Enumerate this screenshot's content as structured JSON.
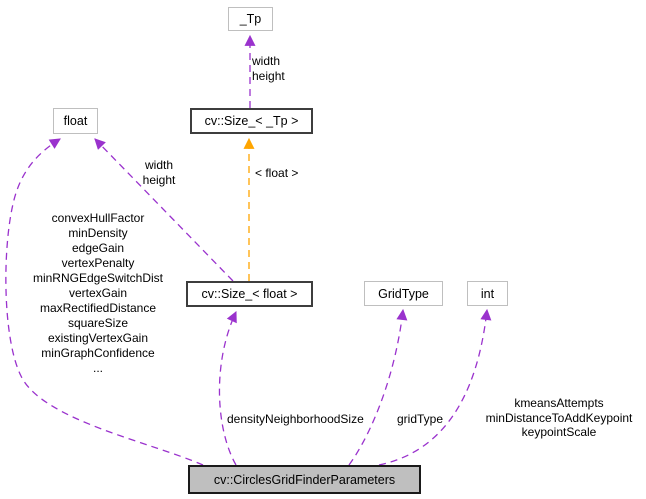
{
  "diagram": {
    "nodes": {
      "tp": {
        "label": "_Tp"
      },
      "size_tp": {
        "label": "cv::Size_< _Tp >"
      },
      "float_t": {
        "label": "float"
      },
      "size_float": {
        "label": "cv::Size_< float >"
      },
      "gridtype": {
        "label": "GridType"
      },
      "int_t": {
        "label": "int"
      },
      "main": {
        "label": "cv::CirclesGridFinderParameters"
      }
    },
    "edge_labels": {
      "size_tp_to_tp": "width\nheight",
      "size_float_to_float": "width\nheight",
      "template_instantiation": "< float >",
      "main_to_float": "convexHullFactor\nminDensity\nedgeGain\nvertexPenalty\nminRNGEdgeSwitchDist\nvertexGain\nmaxRectifiedDistance\nsquareSize\nexistingVertexGain\nminGraphConfidence\n...",
      "main_to_size_float": "densityNeighborhoodSize",
      "main_to_gridtype": "gridType",
      "main_to_int": "kmeansAttempts\nminDistanceToAddKeypoint\nkeypointScale"
    },
    "colors": {
      "usage_edge": "#9a32cd",
      "template_edge": "#ffa500",
      "node_fill": "#ffffff",
      "node_border_plain": "#bfbfbf",
      "node_border_linked": "#3d3d3d",
      "main_node_fill": "#bfbfbf",
      "text": "#000000"
    }
  }
}
